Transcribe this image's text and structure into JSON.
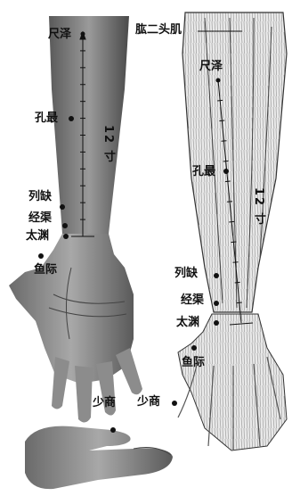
{
  "left_figure": {
    "acupoints": {
      "chize": "尺泽",
      "kongzui": "孔最",
      "lieque": "列缺",
      "jingqu": "经渠",
      "taiyuan": "太渊",
      "yuji": "鱼际"
    },
    "measure_label": "12 寸"
  },
  "right_figure": {
    "muscle_label": "肱二头肌",
    "acupoints": {
      "chize": "尺泽",
      "kongzui": "孔最",
      "lieque": "列缺",
      "jingqu": "经渠",
      "taiyuan": "太渊",
      "yuji": "鱼际",
      "shaoshang": "少商"
    },
    "measure_label": "12 寸"
  },
  "thumb_figure": {
    "acupoint": "少商"
  }
}
